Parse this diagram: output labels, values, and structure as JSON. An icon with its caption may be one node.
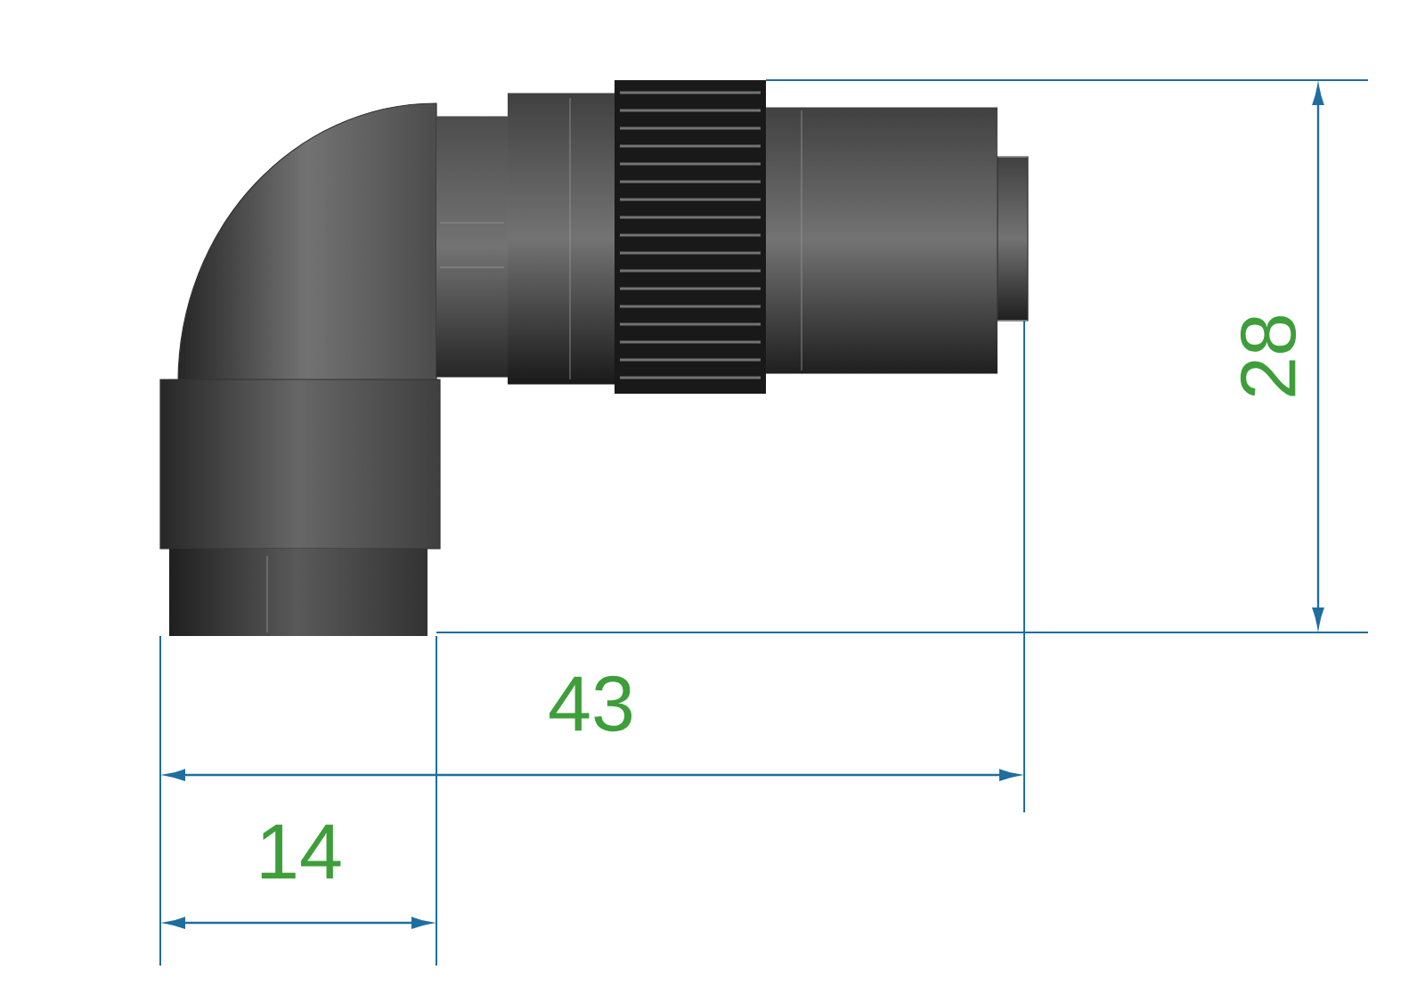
{
  "diagram": {
    "labels": [
      "28",
      "43",
      "14"
    ]
  }
}
